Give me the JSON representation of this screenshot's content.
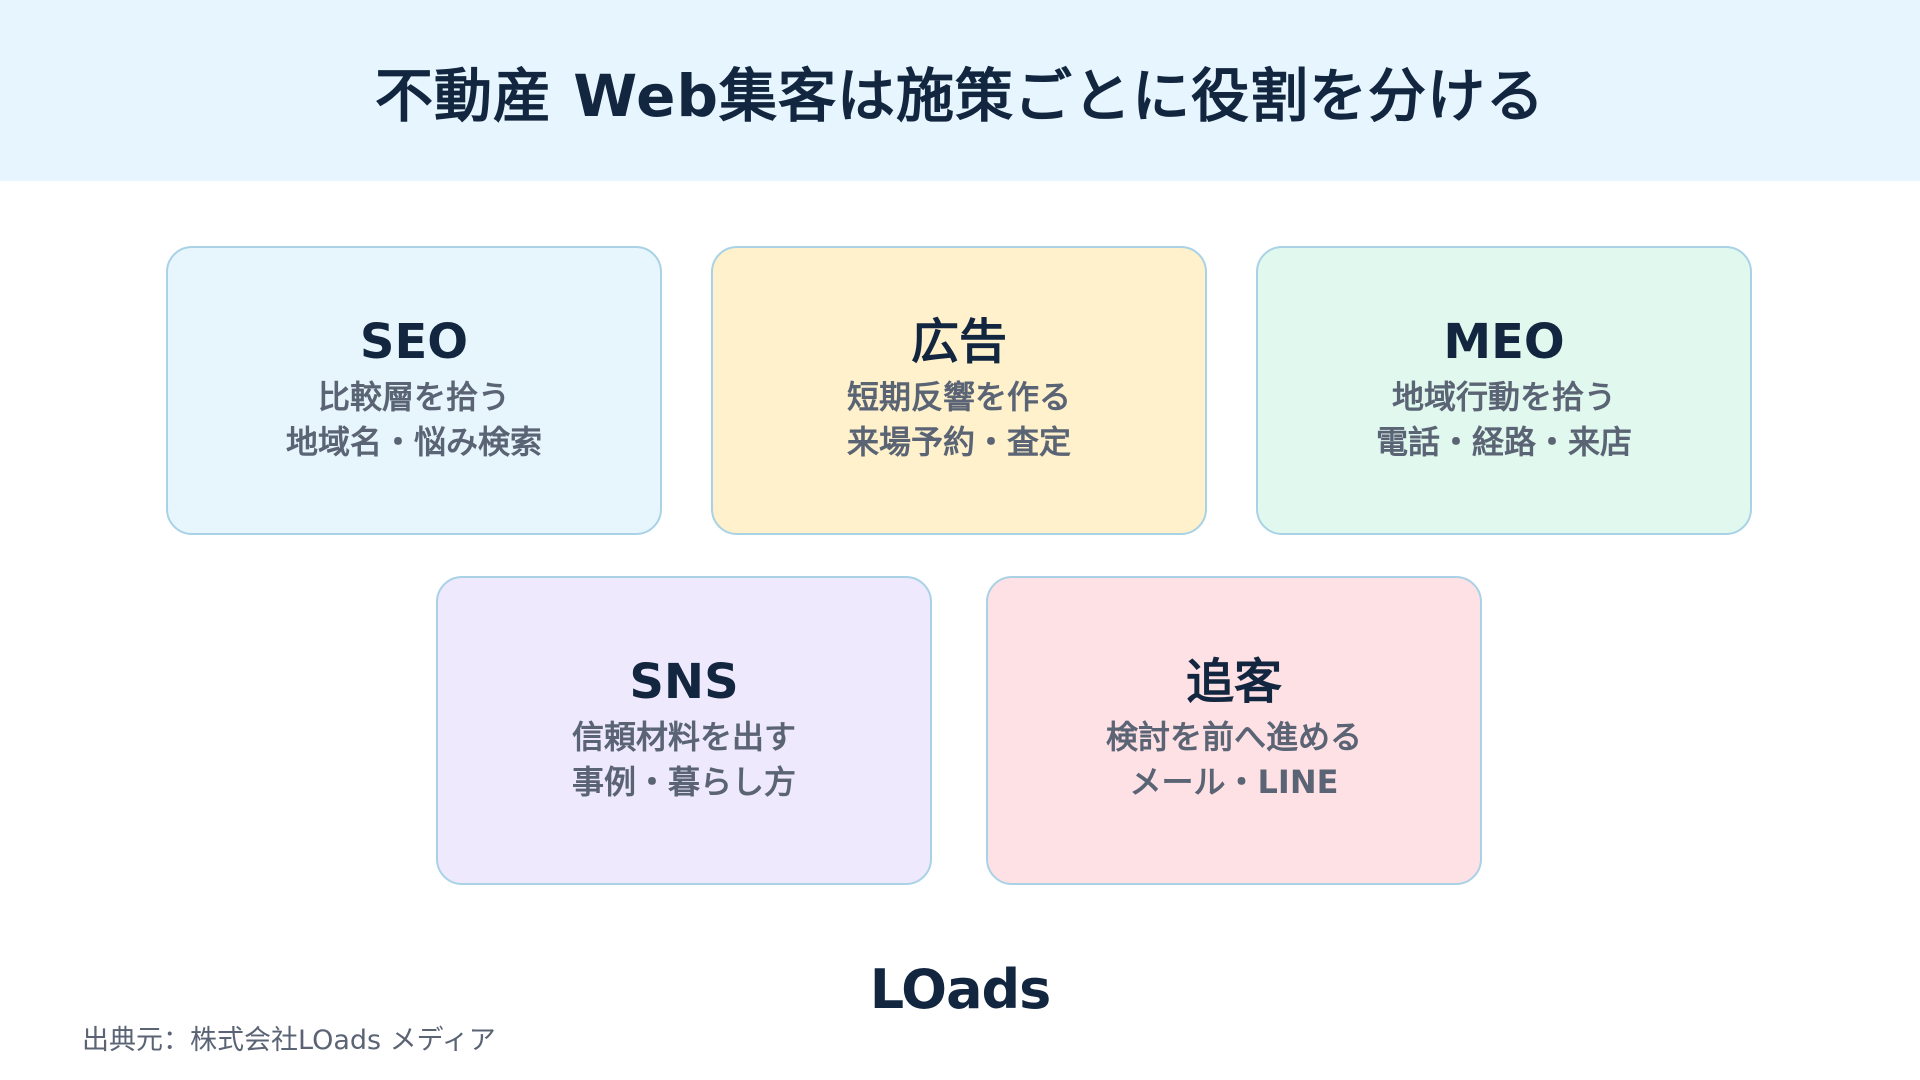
{
  "header": {
    "title": "不動産 Web集客は施策ごとに役割を分ける",
    "background": "#e6f5fe"
  },
  "cards": [
    {
      "title": "SEO",
      "line1": "比較層を拾う",
      "line2": "地域名・悩み検索",
      "color": "#e7f5fd"
    },
    {
      "title": "広告",
      "line1": "短期反響を作る",
      "line2": "来場予約・査定",
      "color": "#fef1cc"
    },
    {
      "title": "MEO",
      "line1": "地域行動を拾う",
      "line2": "電話・経路・来店",
      "color": "#e0f8ee"
    },
    {
      "title": "SNS",
      "line1": "信頼材料を出す",
      "line2": "事例・暮らし方",
      "color": "#eee9fd"
    },
    {
      "title": "追客",
      "line1": "検討を前へ進める",
      "line2": "メール・LINE",
      "color": "#fee1e5"
    }
  ],
  "logo": {
    "text": "LOads"
  },
  "footer": {
    "source": "出典元：株式会社LOads メディア"
  }
}
